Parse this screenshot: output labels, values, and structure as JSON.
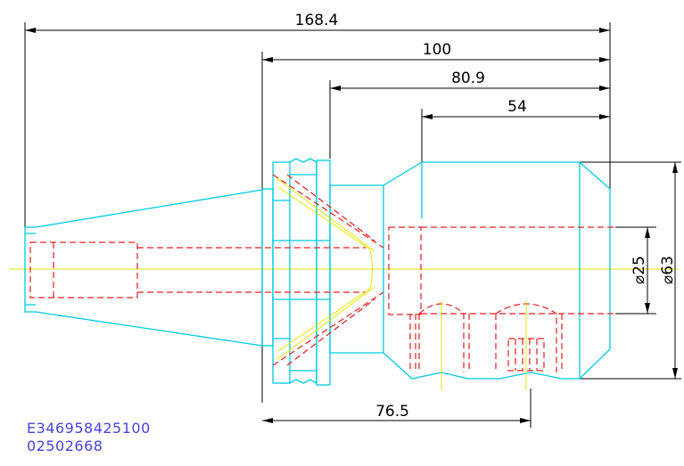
{
  "dimensions": {
    "overall_length": "168.4",
    "flange_to_end": "100",
    "body_length": "80.9",
    "nose_length": "54",
    "bore_diameter": "⌀25",
    "outer_diameter": "⌀63",
    "clamp_offset": "76.5"
  },
  "part_codes": {
    "line1": "E346958425100",
    "line2": "02502668"
  },
  "colors": {
    "outline": "#00cbe0",
    "hidden": "#e02020",
    "centerline": "#e6e600",
    "dimension": "#000000",
    "code_text": "#4444dd"
  }
}
